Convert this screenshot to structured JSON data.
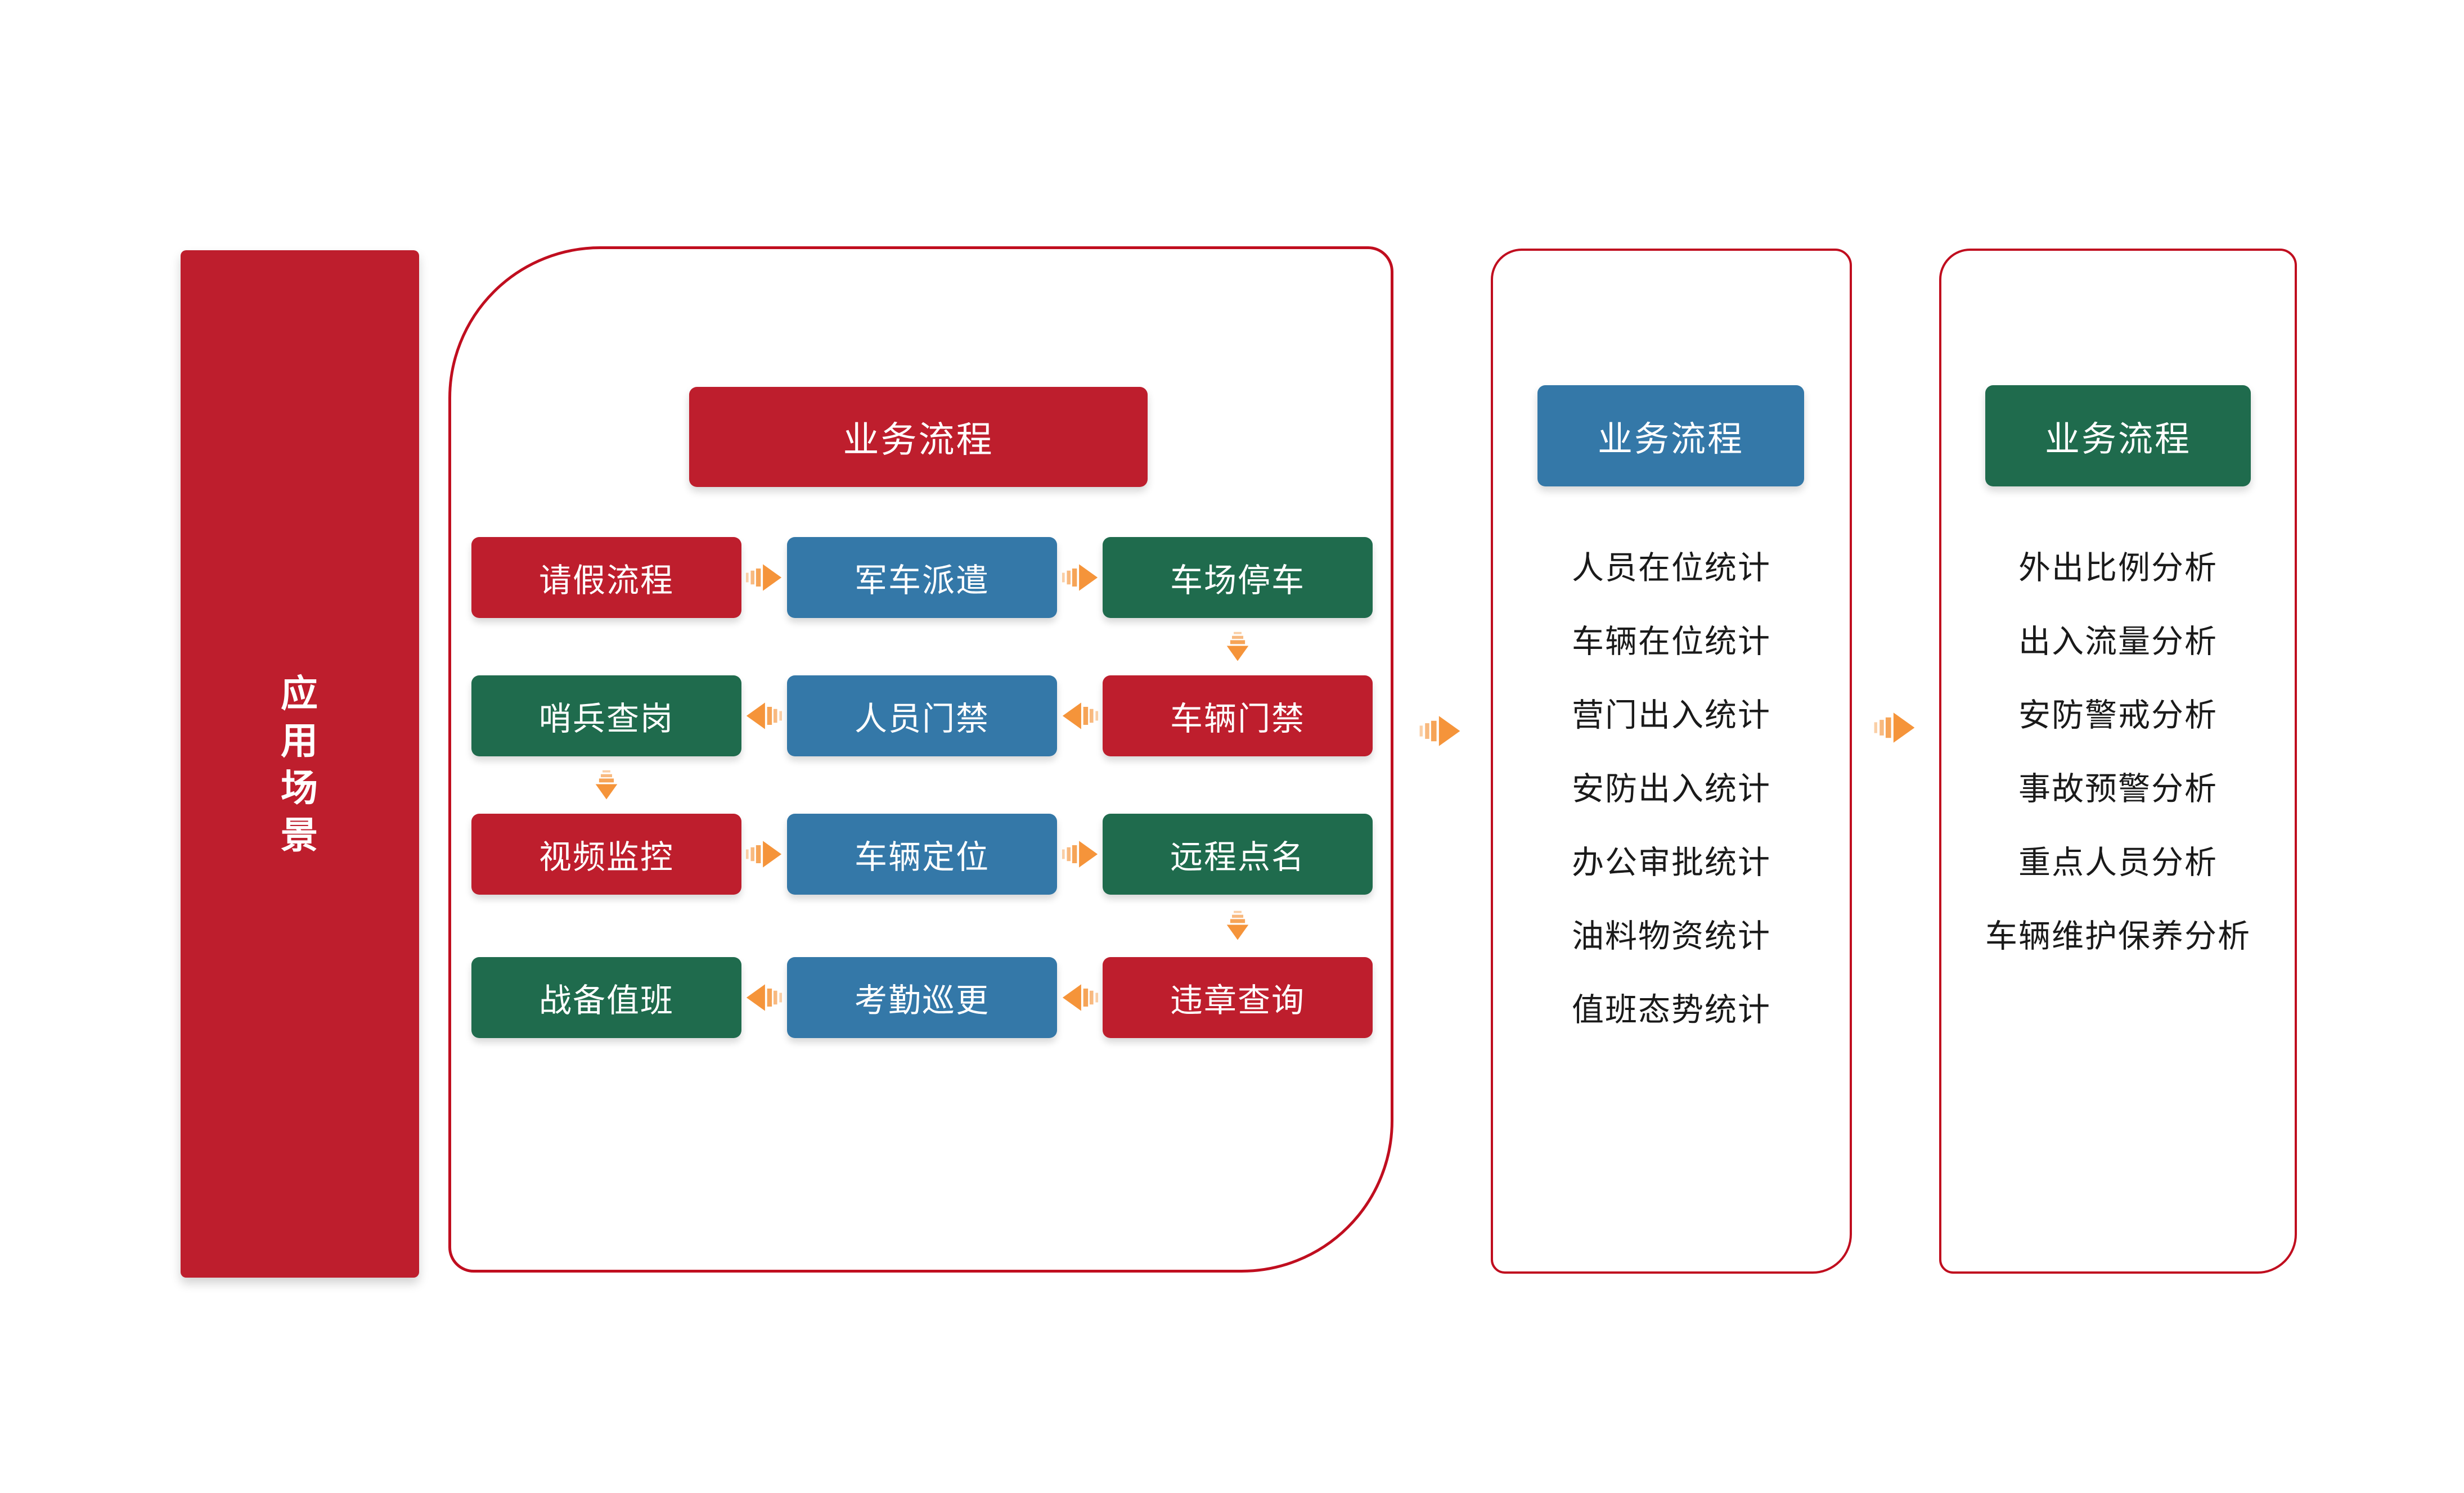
{
  "colors": {
    "red": "#BE1E2D",
    "blue": "#3478A8",
    "green": "#1F6B4D",
    "orange": "#F5943A",
    "line": "#C00E1F",
    "ink": "#1A1A1A"
  },
  "sidebar": {
    "title": "应\n用\n场\n景"
  },
  "process_panel": {
    "header": "业务流程",
    "rows": [
      {
        "flow_direction": "right",
        "boxes": [
          {
            "label": "请假流程",
            "color": "red"
          },
          {
            "label": "军车派遣",
            "color": "blue"
          },
          {
            "label": "车场停车",
            "color": "green"
          }
        ]
      },
      {
        "flow_direction": "left",
        "boxes": [
          {
            "label": "哨兵查岗",
            "color": "green"
          },
          {
            "label": "人员门禁",
            "color": "blue"
          },
          {
            "label": "车辆门禁",
            "color": "red"
          }
        ]
      },
      {
        "flow_direction": "right",
        "boxes": [
          {
            "label": "视频监控",
            "color": "red"
          },
          {
            "label": "车辆定位",
            "color": "blue"
          },
          {
            "label": "远程点名",
            "color": "green"
          }
        ]
      },
      {
        "flow_direction": "left",
        "boxes": [
          {
            "label": "战备值班",
            "color": "green"
          },
          {
            "label": "考勤巡更",
            "color": "blue"
          },
          {
            "label": "违章查询",
            "color": "red"
          }
        ]
      }
    ]
  },
  "statistics_panel": {
    "header": "业务流程",
    "items": [
      "人员在位统计",
      "车辆在位统计",
      "营门出入统计",
      "安防出入统计",
      "办公审批统计",
      "油料物资统计",
      "值班态势统计"
    ]
  },
  "analysis_panel": {
    "header": "业务流程",
    "items": [
      "外出比例分析",
      "出入流量分析",
      "安防警戒分析",
      "事故预警分析",
      "重点人员分析",
      "车辆维护保养分析"
    ]
  }
}
